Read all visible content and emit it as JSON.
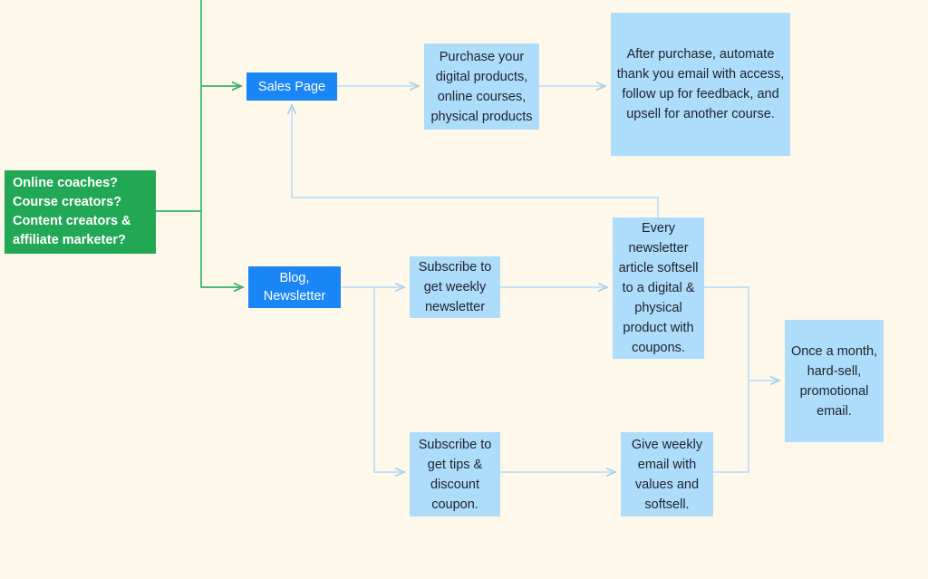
{
  "diagram": {
    "title": "Online coaching / course creator marketing funnel flowchart",
    "background_color": "#FDF8EA",
    "colors": {
      "green": "#22A755",
      "blue": "#1A85F5",
      "light_blue": "#AEDCFB",
      "green_edge": "#31B46A",
      "blue_edge": "#BBDFFA",
      "text_dark": "#21242B",
      "text_light": "#FFFFFF"
    },
    "nodes": [
      {
        "id": "audience",
        "label": "Online coaches?\nCourse creators?\nContent creators &\naffiliate marketer?",
        "style": "green"
      },
      {
        "id": "sales-page",
        "label": "Sales Page",
        "style": "blue"
      },
      {
        "id": "blog-newsletter",
        "label": "Blog,\nNewsletter",
        "style": "blue"
      },
      {
        "id": "purchase-products",
        "label": "Purchase your\ndigital products,\nonline courses,\nphysical products",
        "style": "light-blue"
      },
      {
        "id": "after-purchase",
        "label": "After purchase, automate\nthank you email with access,\nfollow up for feedback, and\nupsell for another course.",
        "style": "light-blue"
      },
      {
        "id": "subscribe-weekly-newsletter",
        "label": "Subscribe to\nget weekly\nnewsletter",
        "style": "light-blue"
      },
      {
        "id": "newsletter-softsell",
        "label": "Every\nnewsletter\narticle softsell\nto a digital &\nphysical\nproduct with\ncoupons.",
        "style": "light-blue"
      },
      {
        "id": "subscribe-tips-coupon",
        "label": "Subscribe to\nget tips &\ndiscount\ncoupon.",
        "style": "light-blue"
      },
      {
        "id": "weekly-value-email",
        "label": "Give weekly\nemail with\nvalues and\nsoftsell.",
        "style": "light-blue"
      },
      {
        "id": "monthly-promo-email",
        "label": "Once a month,\nhard-sell,\npromotional\nemail.",
        "style": "light-blue"
      }
    ],
    "edges": [
      {
        "from": "audience",
        "to": "sales-page",
        "color": "green"
      },
      {
        "from": "audience",
        "to": "blog-newsletter",
        "color": "green"
      },
      {
        "from": "sales-page",
        "to": "purchase-products",
        "color": "blue"
      },
      {
        "from": "purchase-products",
        "to": "after-purchase",
        "color": "blue"
      },
      {
        "from": "blog-newsletter",
        "to": "subscribe-weekly-newsletter",
        "color": "blue"
      },
      {
        "from": "blog-newsletter",
        "to": "subscribe-tips-coupon",
        "color": "blue"
      },
      {
        "from": "subscribe-weekly-newsletter",
        "to": "newsletter-softsell",
        "color": "blue"
      },
      {
        "from": "subscribe-tips-coupon",
        "to": "weekly-value-email",
        "color": "blue"
      },
      {
        "from": "newsletter-softsell",
        "to": "monthly-promo-email",
        "color": "blue"
      },
      {
        "from": "weekly-value-email",
        "to": "monthly-promo-email",
        "color": "blue"
      },
      {
        "from": "newsletter-softsell",
        "to": "sales-page",
        "color": "blue"
      }
    ]
  }
}
